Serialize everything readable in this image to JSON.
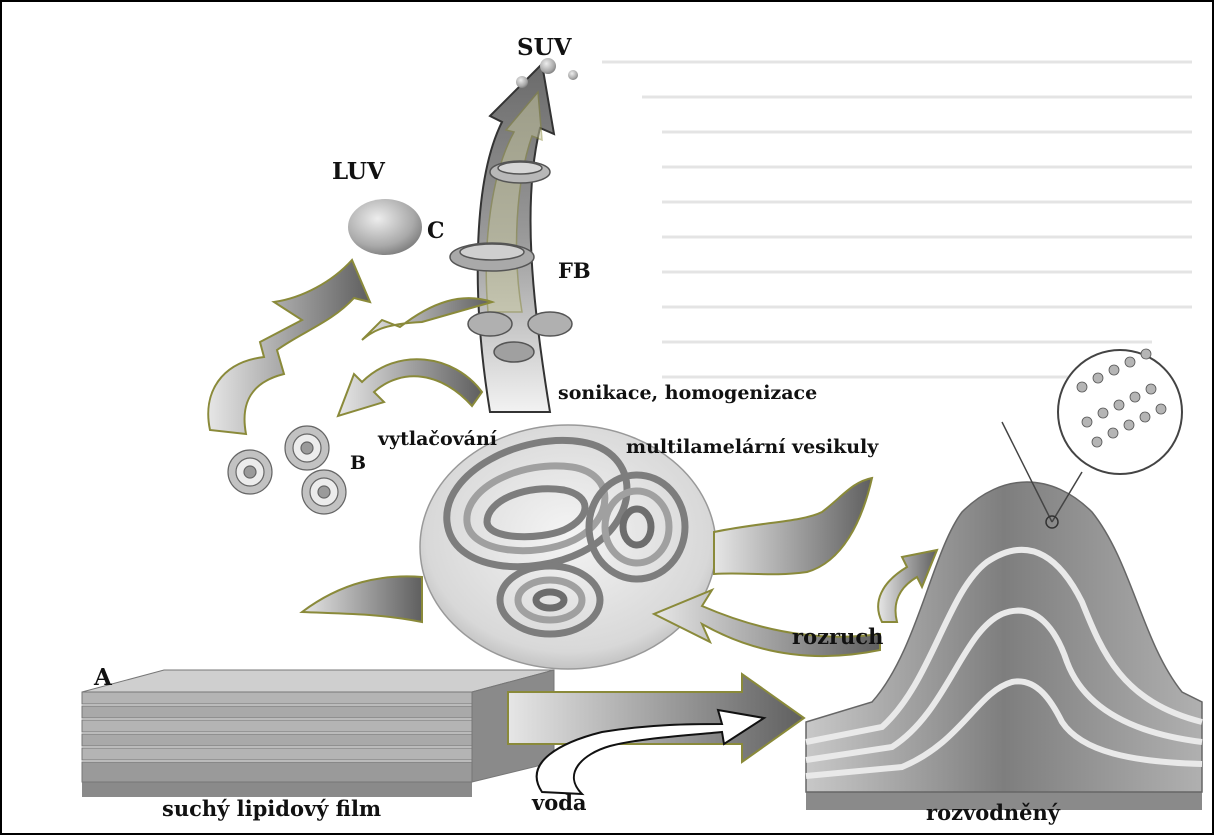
{
  "labels": {
    "suv": "SUV",
    "luv": "LUV",
    "c": "C",
    "fb": "FB",
    "sonikace": "sonikace, homogenizace",
    "vytlacovani": "vytlačování",
    "b": "B",
    "multilamelarni": "multilamelární vesikuly",
    "rozruch": "rozruch",
    "a": "A",
    "suchy_film": "suchý lipidový film",
    "voda": "voda",
    "rozvodneny": "rozvodněný"
  },
  "colors": {
    "arrow_outline": "#8a8a3a",
    "arrow_fill": "#9a9a9a",
    "vesicle": "#a8a8a8",
    "border": "#000000"
  }
}
